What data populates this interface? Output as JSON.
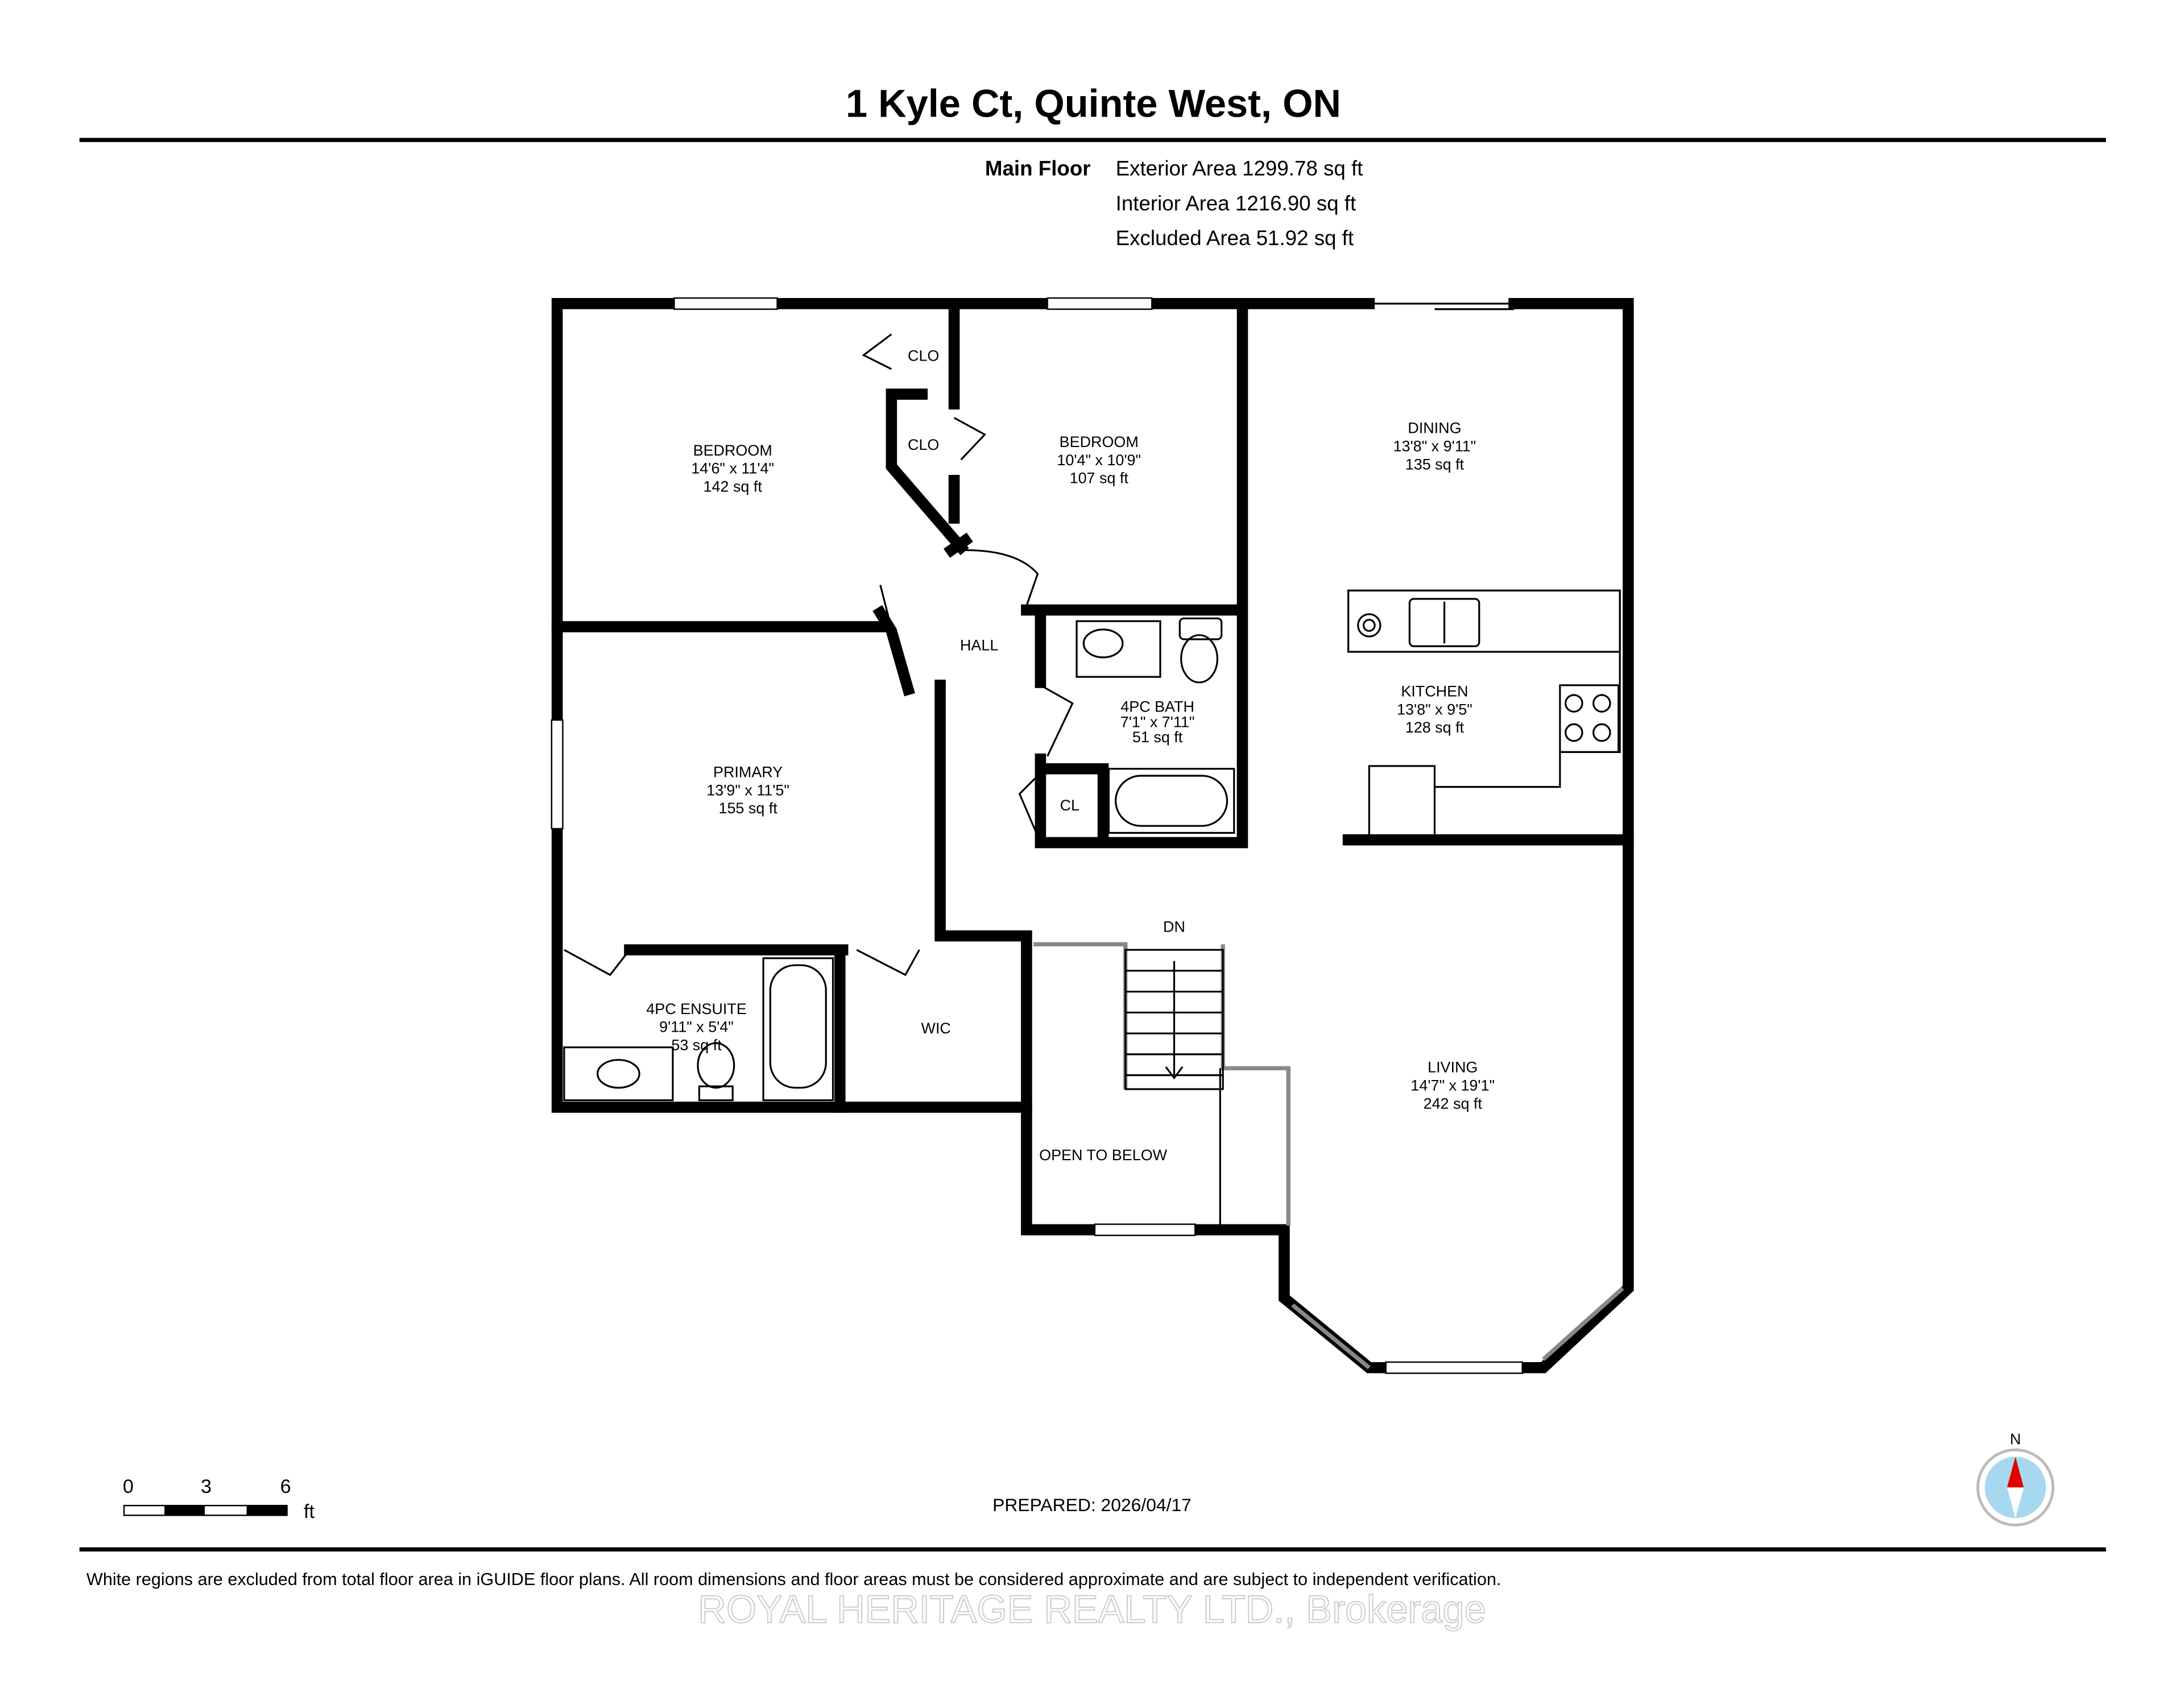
{
  "header": {
    "title": "1 Kyle Ct, Quinte West, ON",
    "floor_label": "Main Floor",
    "areas": [
      "Exterior Area 1299.78 sq ft",
      "Interior Area 1216.90 sq ft",
      "Excluded Area 51.92 sq ft"
    ]
  },
  "rooms": [
    {
      "name": "BEDROOM",
      "dims": "14'6\" x 11'4\"",
      "area": "142 sq ft"
    },
    {
      "name": "BEDROOM",
      "dims": "10'4\" x 10'9\"",
      "area": "107 sq ft"
    },
    {
      "name": "DINING",
      "dims": "13'8\" x 9'11\"",
      "area": "135 sq ft"
    },
    {
      "name": "KITCHEN",
      "dims": "13'8\" x 9'5\"",
      "area": "128 sq ft"
    },
    {
      "name": "4PC BATH",
      "dims": "7'1\" x 7'11\"",
      "area": "51 sq ft"
    },
    {
      "name": "PRIMARY",
      "dims": "13'9\" x 11'5\"",
      "area": "155 sq ft"
    },
    {
      "name": "4PC ENSUITE",
      "dims": "9'11\" x 5'4\"",
      "area": "53 sq ft"
    },
    {
      "name": "LIVING",
      "dims": "14'7\" x 19'1\"",
      "area": "242 sq ft"
    }
  ],
  "labels": {
    "clo1": "CLO",
    "clo2": "CLO",
    "hall": "HALL",
    "cl": "CL",
    "wic": "WIC",
    "dn": "DN",
    "open_to_below": "OPEN TO BELOW"
  },
  "scale_bar": {
    "ticks": [
      "0",
      "3",
      "6"
    ],
    "unit": "ft"
  },
  "compass": {
    "label": "N",
    "needle_color": "#e00000",
    "face_color": "#a8d8f0"
  },
  "prepared": "PREPARED: 2026/04/17",
  "disclaimer": "White regions are excluded from total floor area in iGUIDE floor plans. All room dimensions and floor areas must be considered approximate and are subject to independent verification.",
  "watermark": "ROYAL HERITAGE REALTY LTD., Brokerage"
}
